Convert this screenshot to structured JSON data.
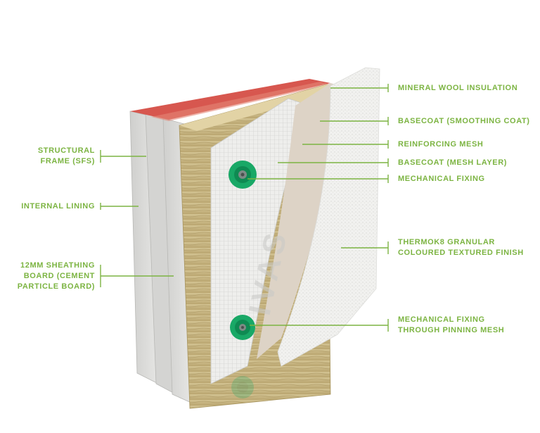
{
  "colors": {
    "label_green": "#7cb442",
    "mineral_wool": "#c8b684",
    "basecoat": "#e8e8e6",
    "render_finish": "#f3f3f1",
    "reinforcing_mesh": "#ddd3c6",
    "fixing_green": "#19a866",
    "frame_red": "#d7574f",
    "board_grey": "#dcdcda"
  },
  "watermark": "IVAS",
  "labels": {
    "mineral_wool": "MINERAL WOOL INSULATION",
    "basecoat_smoothing": "BASECOAT (SMOOTHING COAT)",
    "reinforcing_mesh": "REINFORCING MESH",
    "basecoat_mesh": "BASECOAT (MESH LAYER)",
    "mechanical_fixing": "MECHANICAL FIXING",
    "finish": [
      "THERMOK8 GRANULAR",
      "COLOURED TEXTURED FINISH"
    ],
    "fixing_pinning": [
      "MECHANICAL FIXING",
      "THROUGH PINNING MESH"
    ],
    "structural_frame": [
      "STRUCTURAL",
      "FRAME (SFS)"
    ],
    "internal_lining": "INTERNAL LINING",
    "sheathing_board": [
      "12MM SHEATHING",
      "BOARD (CEMENT",
      "PARTICLE BOARD)"
    ]
  }
}
